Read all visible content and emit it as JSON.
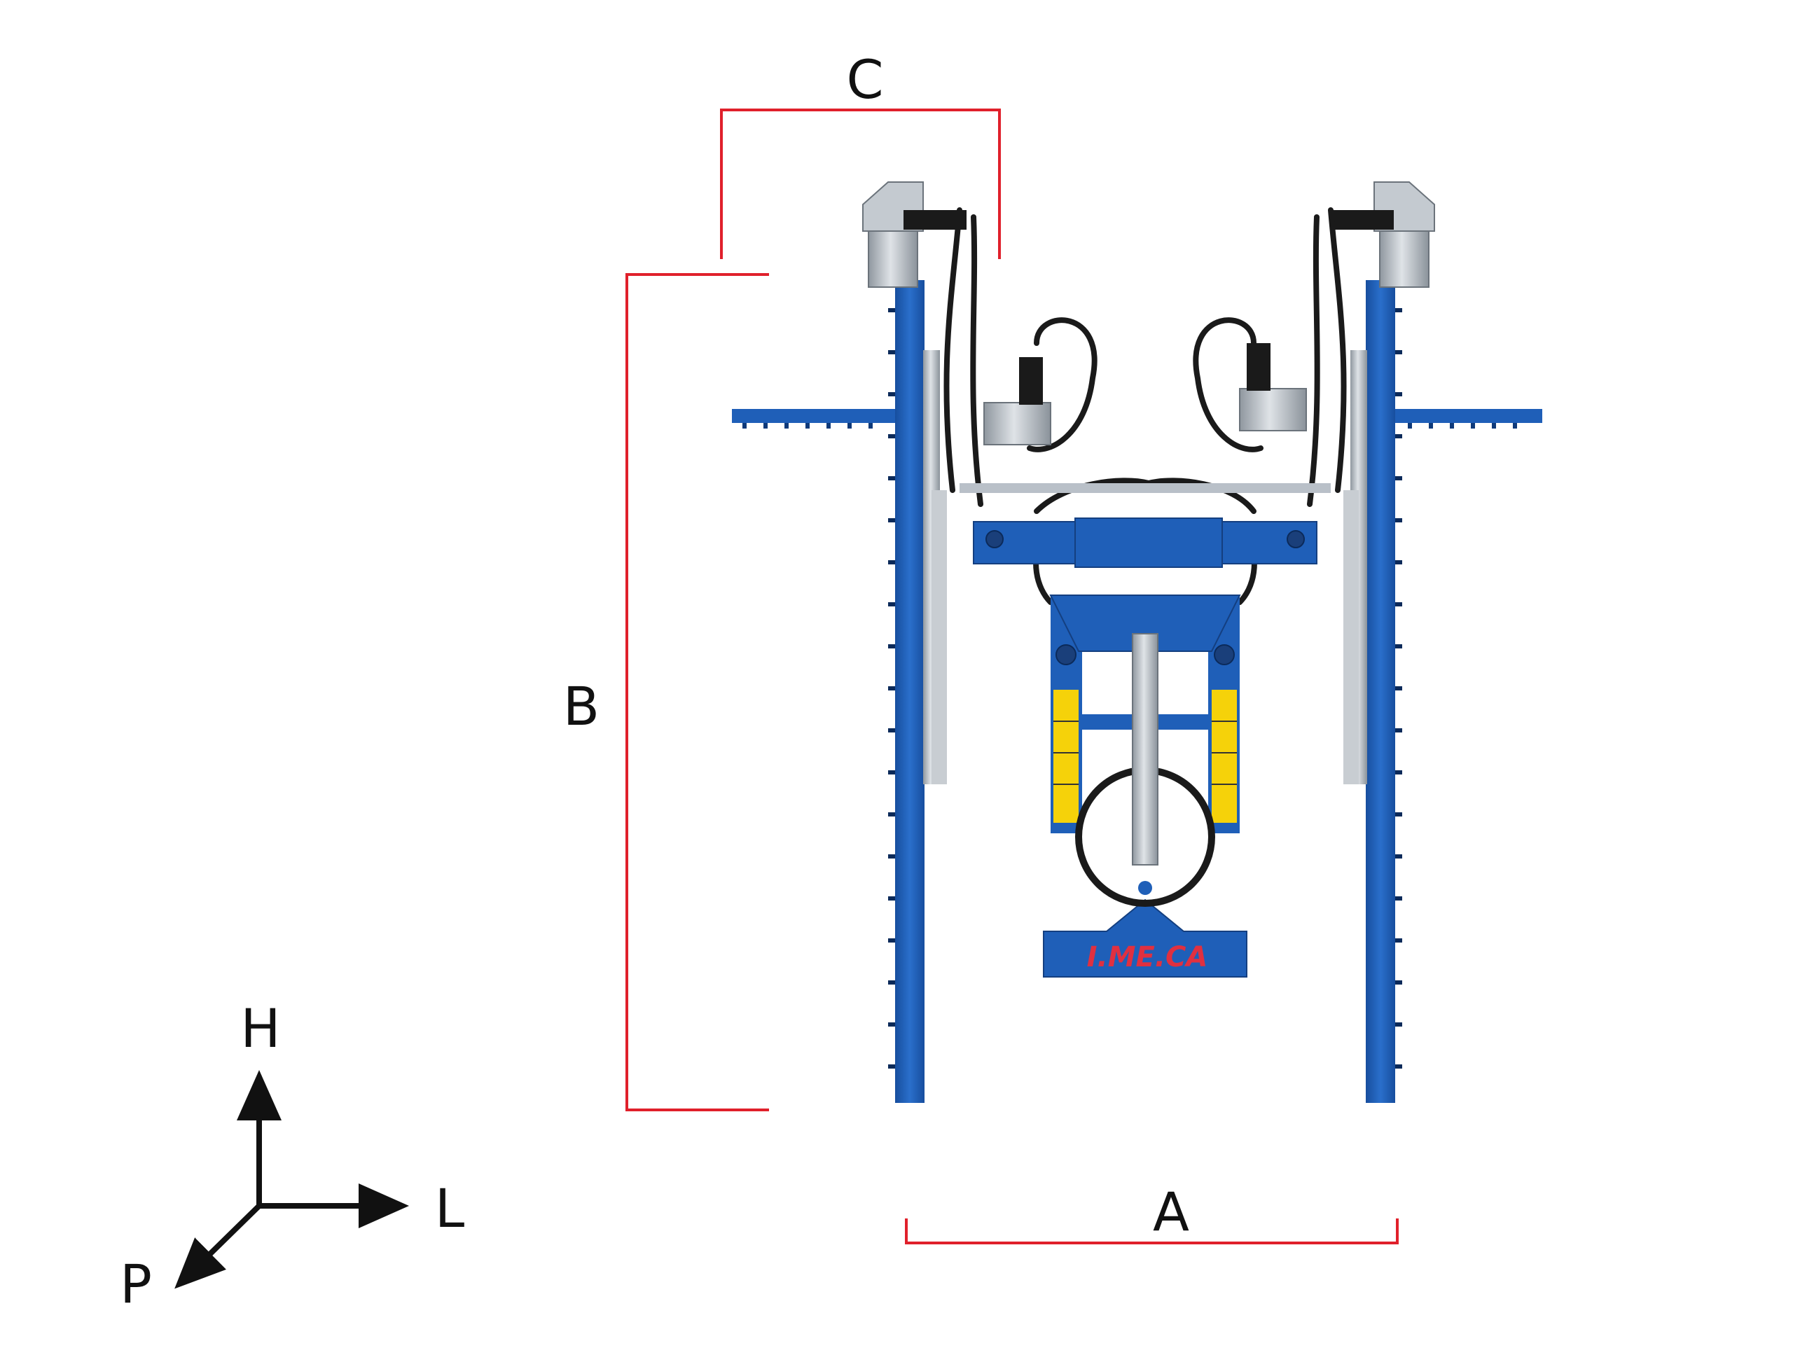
{
  "dimensions": {
    "a_label": "A",
    "b_label": "B",
    "c_label": "C",
    "line_color": "#e0202b"
  },
  "axes": {
    "h_label": "H",
    "l_label": "L",
    "p_label": "P",
    "color": "#111111"
  },
  "machine": {
    "brand_label": "I.ME.CA",
    "frame_color": "#1f5fb8",
    "steel_color": "#b9c0c8",
    "hose_color": "#1a1a1a",
    "warning_color": "#f5d20a",
    "brand_color": "#e03040"
  }
}
